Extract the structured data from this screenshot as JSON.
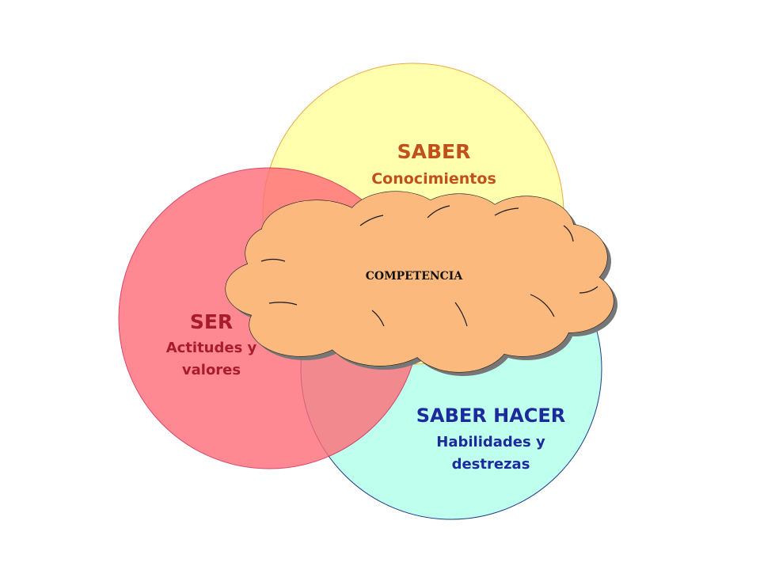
{
  "saber": {
    "title": "SABER",
    "subtitle": "Conocimientos"
  },
  "ser": {
    "title": "SER",
    "line1": "Actitudes y",
    "line2": "valores"
  },
  "saber_hacer": {
    "title": "SABER HACER",
    "line1": "Habilidades y",
    "line2": "destrezas"
  },
  "center": {
    "label": "COMPETENCIA"
  },
  "colors": {
    "saber_fill": "#FFFFA6",
    "saber_stroke": "#E8A030",
    "ser_fill": "#FF6C78",
    "ser_stroke": "#D01848",
    "hacer_fill": "#BFFFEE",
    "hacer_stroke": "#203A8A",
    "cloud_fill": "#FBB97E",
    "saber_text": "#C0501C",
    "ser_text": "#A81C2E",
    "hacer_text": "#1C2A9C"
  }
}
